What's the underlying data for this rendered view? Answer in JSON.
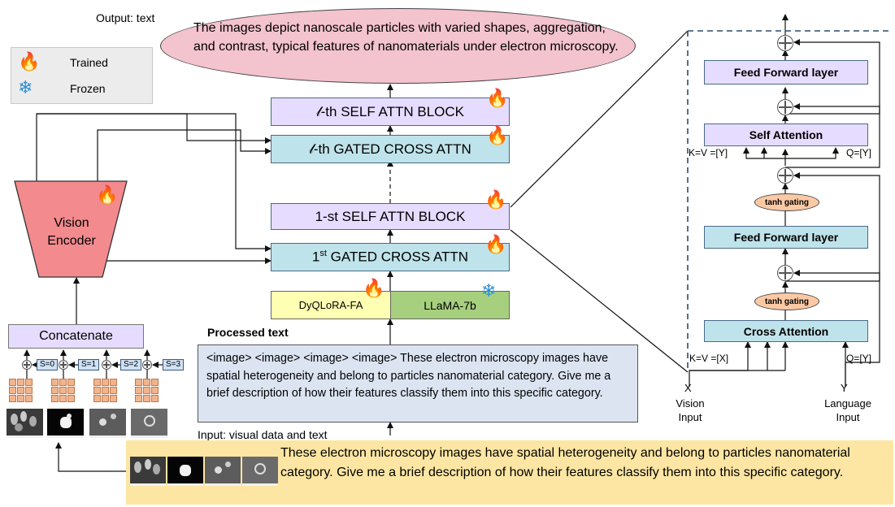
{
  "output_label": "Output: text",
  "output_text": "The images depict nanoscale particles with varied shapes, aggregation, and contrast, typical features of nanomaterials under electron microscopy.",
  "legend": {
    "trained": "Trained",
    "frozen": "Frozen"
  },
  "vision_encoder": "Vision Encoder",
  "concatenate": "Concatenate",
  "scales": [
    "S=0",
    "S=1",
    "S=2",
    "S=3"
  ],
  "blocks": {
    "lth_self": "𝓁-th  SELF ATTN BLOCK",
    "lth_cross": "𝓁-th GATED CROSS ATTN",
    "first_self": "1-st SELF ATTN BLOCK",
    "first_cross_pre": "1",
    "first_cross_sup": "st",
    "first_cross_post": " GATED CROSS ATTN",
    "dyqlora": "DyQLoRA-FA",
    "llama": "LLaMA-7b"
  },
  "processed_label": "Processed text",
  "processed_text": "<image> <image> <image> <image> These electron microscopy images have spatial heterogeneity and belong to particles nanomaterial category. Give me a brief description of how their features classify them into this specific category.",
  "input_label": "Input: visual data and text",
  "input_text": "These electron microscopy images have spatial heterogeneity and belong to particles nanomaterial category. Give me a brief description of how their features classify them into this specific category.",
  "detail": {
    "ffn_top": "Feed Forward layer",
    "self_attn": "Self Attention",
    "kv_y": "K=V =[Y]",
    "q_y": "Q=[Y]",
    "tanh1": "tanh gating",
    "ffn_mid": "Feed Forward layer",
    "tanh2": "tanh gating",
    "cross_attn": "Cross Attention",
    "kv_x": "K=V =[X]",
    "q_y2": "Q=[Y]",
    "x_label": "X",
    "vision_input": "Vision Input",
    "y_label": "Y",
    "language_input": "Language Input"
  },
  "icons": {
    "trained": "flame-icon",
    "frozen": "snowflake-icon"
  }
}
